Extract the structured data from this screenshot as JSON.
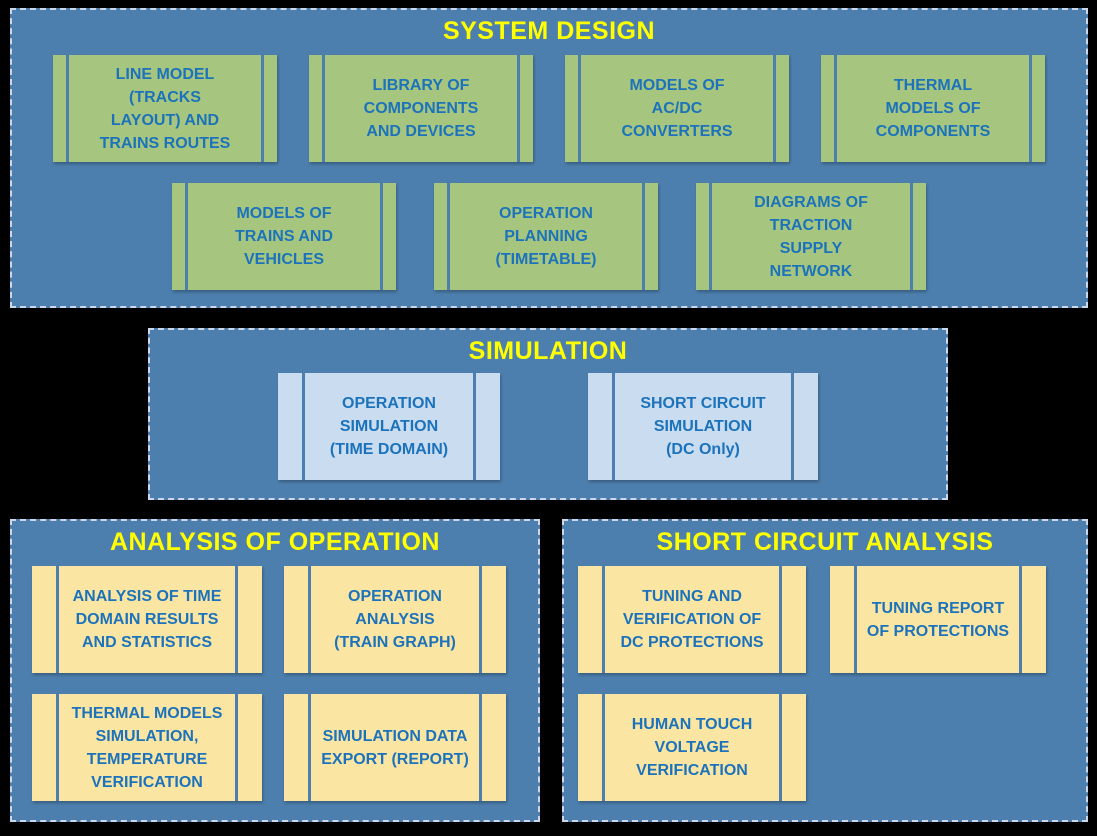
{
  "colors": {
    "bg": "#000000",
    "panel": "#4d7fae",
    "dash": "#ccd8ea",
    "green": "#a6c67f",
    "bluebox": "#c9dcf0",
    "yellowbox": "#fbe5a3",
    "title": "#ffff00",
    "text": "#1c73bb",
    "divider": "#4d7fae"
  },
  "panels": {
    "system_design": {
      "title": "SYSTEM DESIGN",
      "row1": [
        "LINE MODEL\n(TRACKS\nLAYOUT) AND\nTRAINS ROUTES",
        "LIBRARY OF\nCOMPONENTS\nAND DEVICES",
        "MODELS OF\nAC/DC\nCONVERTERS",
        "THERMAL\nMODELS OF\nCOMPONENTS"
      ],
      "row2": [
        "MODELS OF\nTRAINS AND\nVEHICLES",
        "OPERATION\nPLANNING\n(TIMETABLE)",
        "DIAGRAMS OF\nTRACTION\nSUPPLY\nNETWORK"
      ]
    },
    "simulation": {
      "title": "SIMULATION",
      "row1": [
        "OPERATION\nSIMULATION\n(TIME DOMAIN)",
        "SHORT CIRCUIT\nSIMULATION\n(DC Only)"
      ]
    },
    "analysis_of_operation": {
      "title": "ANALYSIS OF OPERATION",
      "row1": [
        "ANALYSIS OF TIME\nDOMAIN RESULTS\nAND STATISTICS",
        "OPERATION\nANALYSIS\n(TRAIN GRAPH)"
      ],
      "row2": [
        "THERMAL MODELS\nSIMULATION,\nTEMPERATURE\nVERIFICATION",
        "SIMULATION DATA\nEXPORT (REPORT)"
      ]
    },
    "short_circuit_analysis": {
      "title": "SHORT CIRCUIT ANALYSIS",
      "row1": [
        "TUNING AND\nVERIFICATION OF\nDC PROTECTIONS",
        "TUNING REPORT\nOF PROTECTIONS"
      ],
      "row2": [
        "HUMAN TOUCH\nVOLTAGE\nVERIFICATION"
      ]
    }
  }
}
